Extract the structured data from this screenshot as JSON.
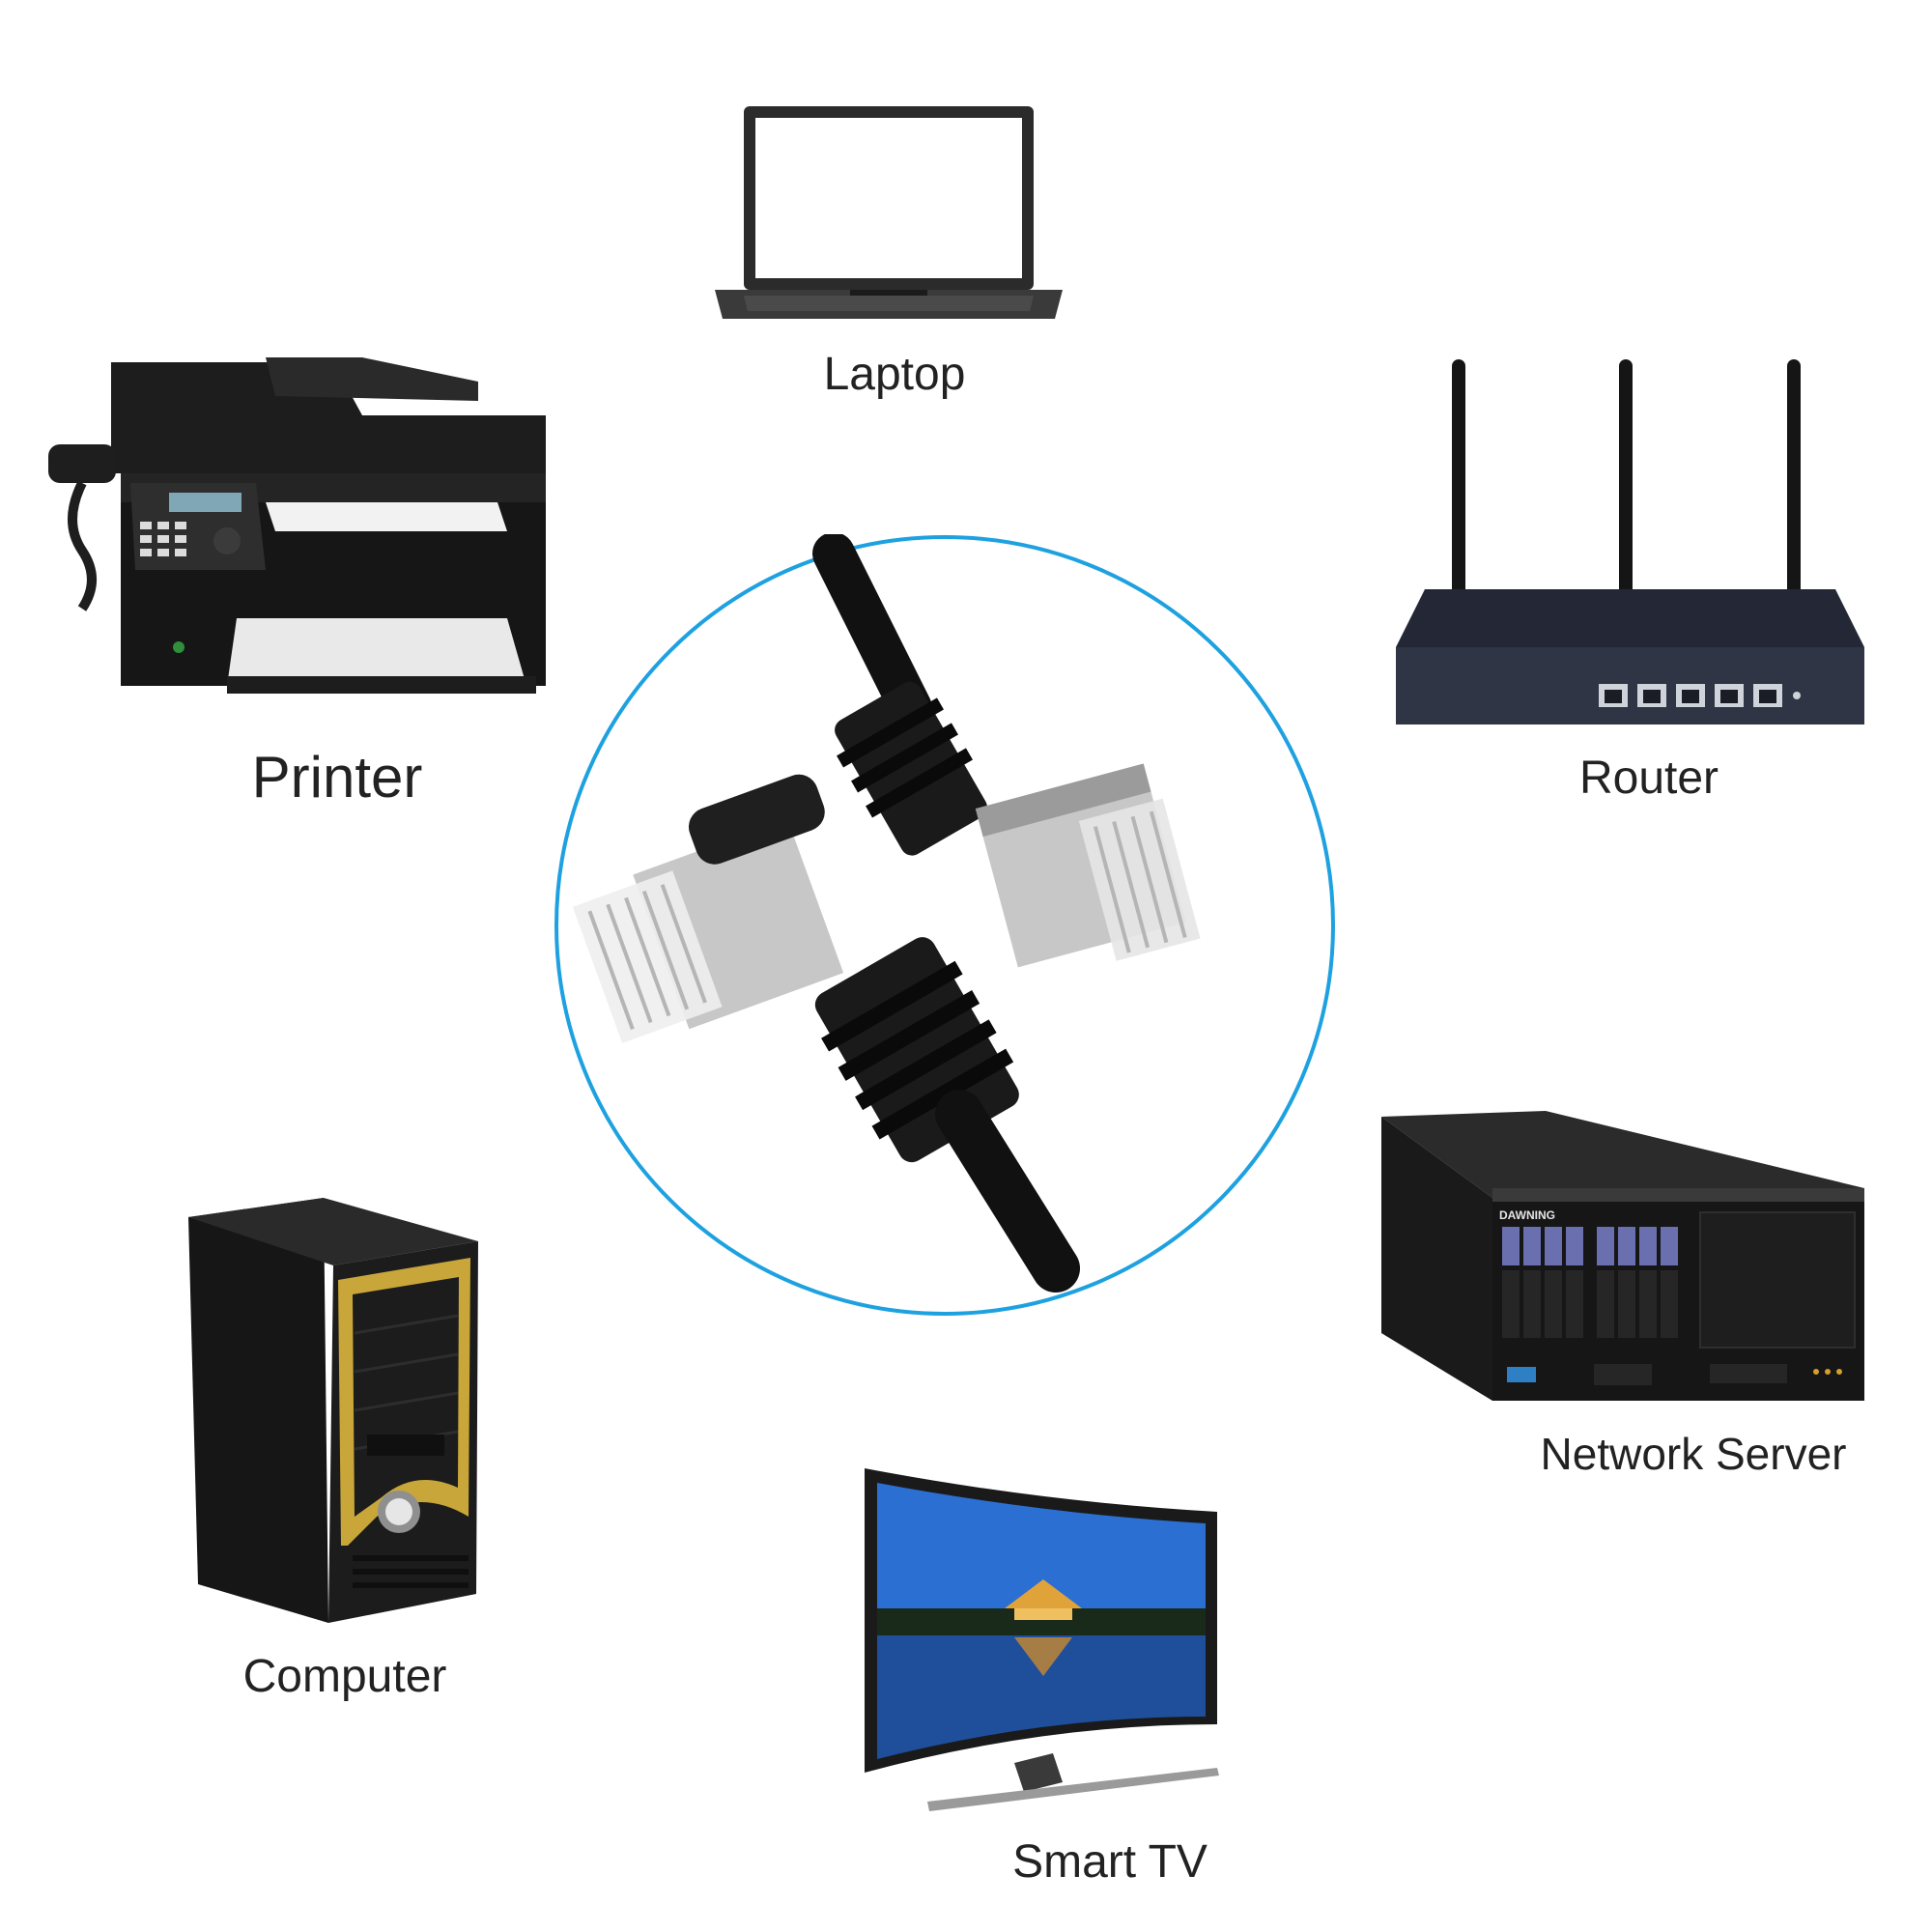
{
  "devices": {
    "laptop": {
      "label": "Laptop",
      "icon": "laptop-icon"
    },
    "printer": {
      "label": "Printer",
      "icon": "printer-icon"
    },
    "router": {
      "label": "Router",
      "icon": "router-icon"
    },
    "computer": {
      "label": "Computer",
      "icon": "desktop-tower-icon"
    },
    "server": {
      "label": "Network Server",
      "icon": "server-icon",
      "brand": "DAWNING"
    },
    "tv": {
      "label": "Smart TV",
      "icon": "tv-icon"
    }
  },
  "cable": {
    "icon": "ethernet-cable-icon"
  },
  "colors": {
    "ring": "#1ea1e0",
    "label": "#222222",
    "device_dark": "#1a1a1a",
    "computer_gold": "#c8a63a"
  }
}
